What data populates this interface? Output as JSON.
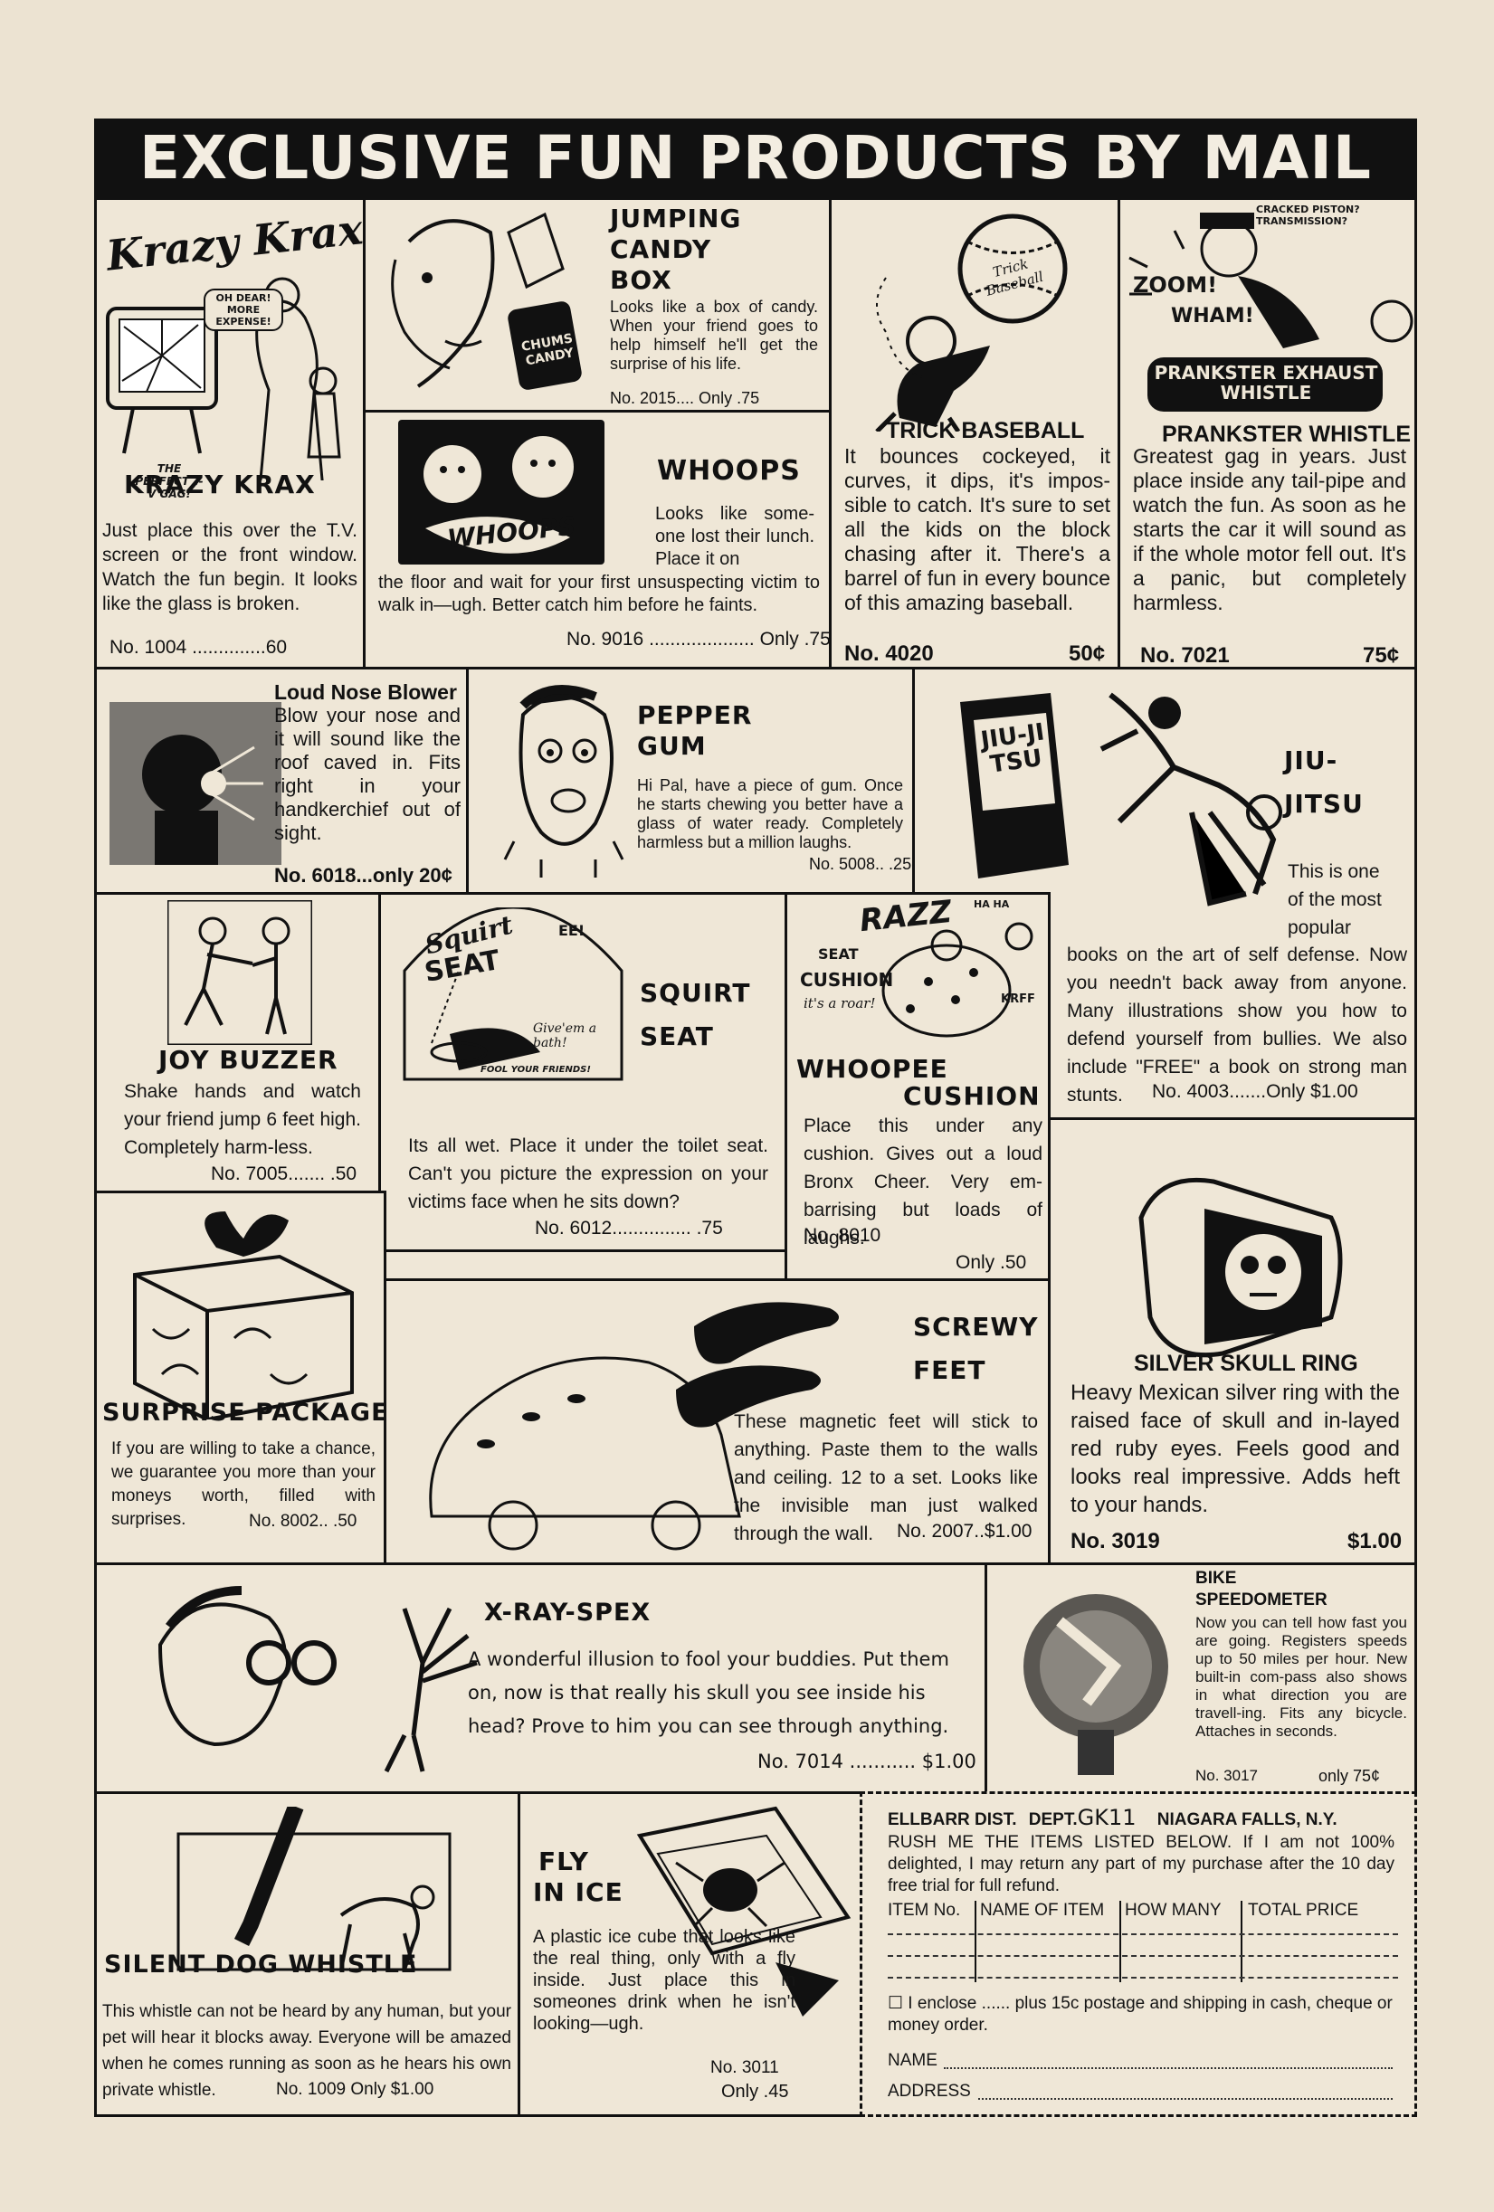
{
  "banner": "EXCLUSIVE FUN PRODUCTS BY MAIL",
  "products": {
    "krazy_krax": {
      "logo": "Krazy Krax",
      "tv_bubble": "OH DEAR! MORE EXPENSE!",
      "tv_caption": "THE PERFECT T-V GAG!",
      "name": "KRAZY KRAX",
      "desc": "Just place this over the T.V. screen or the front window. Watch the fun begin. It looks like the glass is broken.",
      "number": "No. 1004 ..............60"
    },
    "jumping_candy": {
      "name_line1": "JUMPING",
      "name_line2": "CANDY",
      "name_line3": "BOX",
      "box_label": "CHUMS CANDY",
      "desc": "Looks like a box of candy. When your friend goes to help himself he'll get the surprise of his life.",
      "number": "No. 2015.... Only .75"
    },
    "whoops": {
      "name": "WHOOPS",
      "logo": "WHOOPS",
      "desc_top": "Looks like some-one lost their lunch. Place it on",
      "desc_bottom": "the floor and wait for your first unsuspecting victim to walk in—ugh. Better catch him before he faints.",
      "number": "No. 9016 .................... Only .75"
    },
    "trick_baseball": {
      "ball_label": "Trick Baseball",
      "name": "TRICK BASEBALL",
      "desc": "It bounces cockeyed, it curves, it dips, it's impos-sible to catch. It's sure to set all the kids on the block chasing after it. There's a barrel of fun in every bounce of this amazing baseball.",
      "number": "No. 4020",
      "price": "50¢"
    },
    "prankster_whistle": {
      "sfx1": "ZOOM!",
      "sfx2": "WHAM!",
      "sfx3": "CRACKED PISTON? TRANSMISSION?",
      "device_label": "PRANKSTER EXHAUST WHISTLE",
      "name": "PRANKSTER WHISTLE",
      "desc": "Greatest gag in years. Just place inside any tail-pipe and watch the fun. As soon as he starts the car it will sound as if the whole motor fell out. It's a panic, but completely harmless.",
      "number": "No. 7021",
      "price": "75¢"
    },
    "loud_nose": {
      "name": "Loud Nose Blower",
      "desc": "Blow your nose and it will sound like the roof caved in. Fits right in your handkerchief out of sight.",
      "number": "No. 6018...only 20¢"
    },
    "pepper_gum": {
      "name_line1": "PEPPER",
      "name_line2": "GUM",
      "desc": "Hi Pal, have a piece of gum. Once he starts chewing you better have a glass of water ready. Completely harmless but a million laughs.",
      "number": "No. 5008.. .25"
    },
    "jiu_jitsu": {
      "book_title": "JIU-JITSU",
      "name_line1": "JIU-",
      "name_line2": "JITSU",
      "desc_top": "This is one of the most popular",
      "desc": "books on the art of self defense. Now you needn't back away from anyone. Many illustrations show you how to defend yourself from bullies. We also include \"FREE\" a book on strong man stunts.",
      "number": "No. 4003.......Only $1.00"
    },
    "joy_buzzer": {
      "name": "JOY BUZZER",
      "desc": "Shake hands and watch your friend jump 6 feet high. Completely harm-less.",
      "number": "No. 7005....... .50"
    },
    "squirt_seat": {
      "logo_line1": "Squirt",
      "logo_line2": "SEAT",
      "bubble1": "EE!",
      "bubble2": "Give'em a bath!",
      "ribbon": "FOOL YOUR FRIENDS!",
      "name_line1": "SQUIRT",
      "name_line2": "SEAT",
      "desc": "Its all wet. Place it under the toilet seat. Can't you picture the expression on your victims face when he sits down?",
      "number": "No. 6012............... .75"
    },
    "whoopee": {
      "logo_line1": "SEAT",
      "logo_line2": "CUSHION",
      "logo_line3": "it's a roar!",
      "sfx_top": "RAZZ",
      "sfx_small": "HA HA",
      "sfx_side": "KRFF",
      "name_line1": "WHOOPEE",
      "name_line2": "CUSHION",
      "desc": "Place this under any cushion. Gives out a loud Bronx Cheer. Very em-barrising but loads of laughs.",
      "number": "No. 8010",
      "price": "Only .50"
    },
    "surprise": {
      "name": "SURPRISE PACKAGE",
      "desc": "If you are willing to take a chance, we guarantee you more than your moneys worth, filled with surprises.",
      "number": "No. 8002.. .50"
    },
    "screwy_feet": {
      "name_line1": "SCREWY",
      "name_line2": "FEET",
      "desc": "These magnetic feet will stick to anything. Paste them to the walls and ceiling. 12 to a set. Looks like the invisible man just walked through the wall.",
      "number": "No. 2007..$1.00"
    },
    "skull_ring": {
      "name": "SILVER SKULL RING",
      "desc": "Heavy Mexican silver ring with the raised face of skull and in-layed red ruby eyes. Feels good and looks real impressive. Adds heft to your hands.",
      "number": "No. 3019",
      "price": "$1.00"
    },
    "xray": {
      "name": "X-RAY-SPEX",
      "desc": "A wonderful illusion to fool your buddies. Put them on, now is that really his skull you see inside his head? Prove to him you can see through anything.",
      "number": "No. 7014 ........... $1.00"
    },
    "speedometer": {
      "name_line1": "BIKE",
      "name_line2": "SPEEDOMETER",
      "desc": "Now you can tell how fast you are going. Registers speeds up to 50 miles per hour. New built-in com-pass also shows in what direction you are travell-ing. Fits any bicycle. Attaches in seconds.",
      "number": "No. 3017",
      "price": "only 75¢"
    },
    "dog_whistle": {
      "name": "SILENT DOG WHISTLE",
      "desc": "This whistle can not be heard by any human, but your pet will hear it blocks away. Everyone will be amazed when he comes running as soon as he hears his own private whistle.",
      "number": "No. 1009 Only $1.00"
    },
    "fly_ice": {
      "name_line1": "FLY",
      "name_line2": "IN ICE",
      "desc": "A plastic ice cube that looks like the real thing, only with a fly inside. Just place this in someones drink when he isn't looking—ugh.",
      "number": "No. 3011",
      "price": "Only .45"
    }
  },
  "order": {
    "company": "ELLBARR DIST.",
    "dept_label": "DEPT.",
    "dept_code": "GK11",
    "city": "NIAGARA FALLS, N.Y.",
    "instructions": "RUSH ME THE ITEMS LISTED BELOW. If I am not 100% delighted, I may return any part of my purchase after the 10 day free trial for full refund.",
    "columns": [
      "ITEM No.",
      "NAME OF ITEM",
      "HOW MANY",
      "TOTAL PRICE"
    ],
    "enclose": "☐ I enclose ...... plus 15c postage and shipping in cash, cheque or money order.",
    "name_label": "NAME",
    "address_label": "ADDRESS"
  }
}
